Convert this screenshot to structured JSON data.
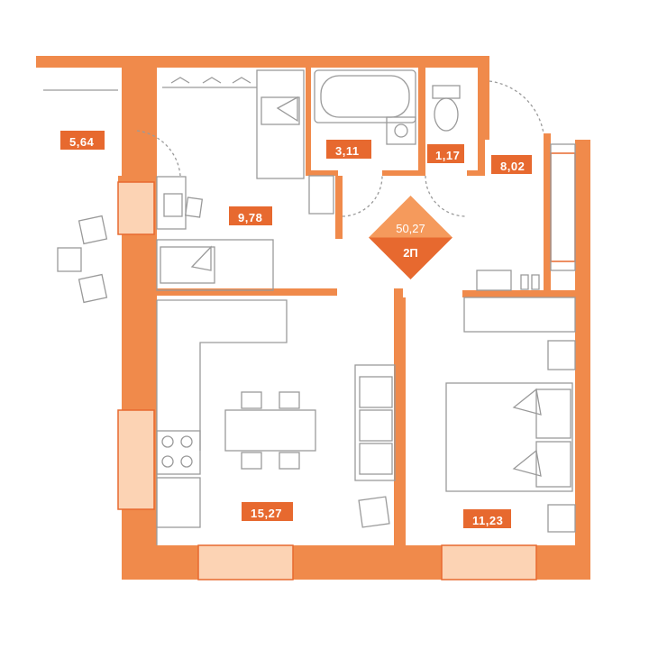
{
  "colors": {
    "wall": "#f08a4b",
    "wall_dark": "#e7692f",
    "badge_top": "#f59a5c",
    "badge_bottom": "#e7692f",
    "furniture_line": "#9a9a9a",
    "window_fill": "#fcd3b4"
  },
  "plan": {
    "total_area": "50,27",
    "apartment_type": "2П",
    "rooms": [
      {
        "key": "balcony",
        "area": "5,64"
      },
      {
        "key": "bathroom",
        "area": "3,11"
      },
      {
        "key": "toilet",
        "area": "1,17"
      },
      {
        "key": "hallway",
        "area": "8,02"
      },
      {
        "key": "bedroom-small",
        "area": "9,78"
      },
      {
        "key": "kitchen-living",
        "area": "15,27"
      },
      {
        "key": "bedroom",
        "area": "11,23"
      }
    ]
  }
}
